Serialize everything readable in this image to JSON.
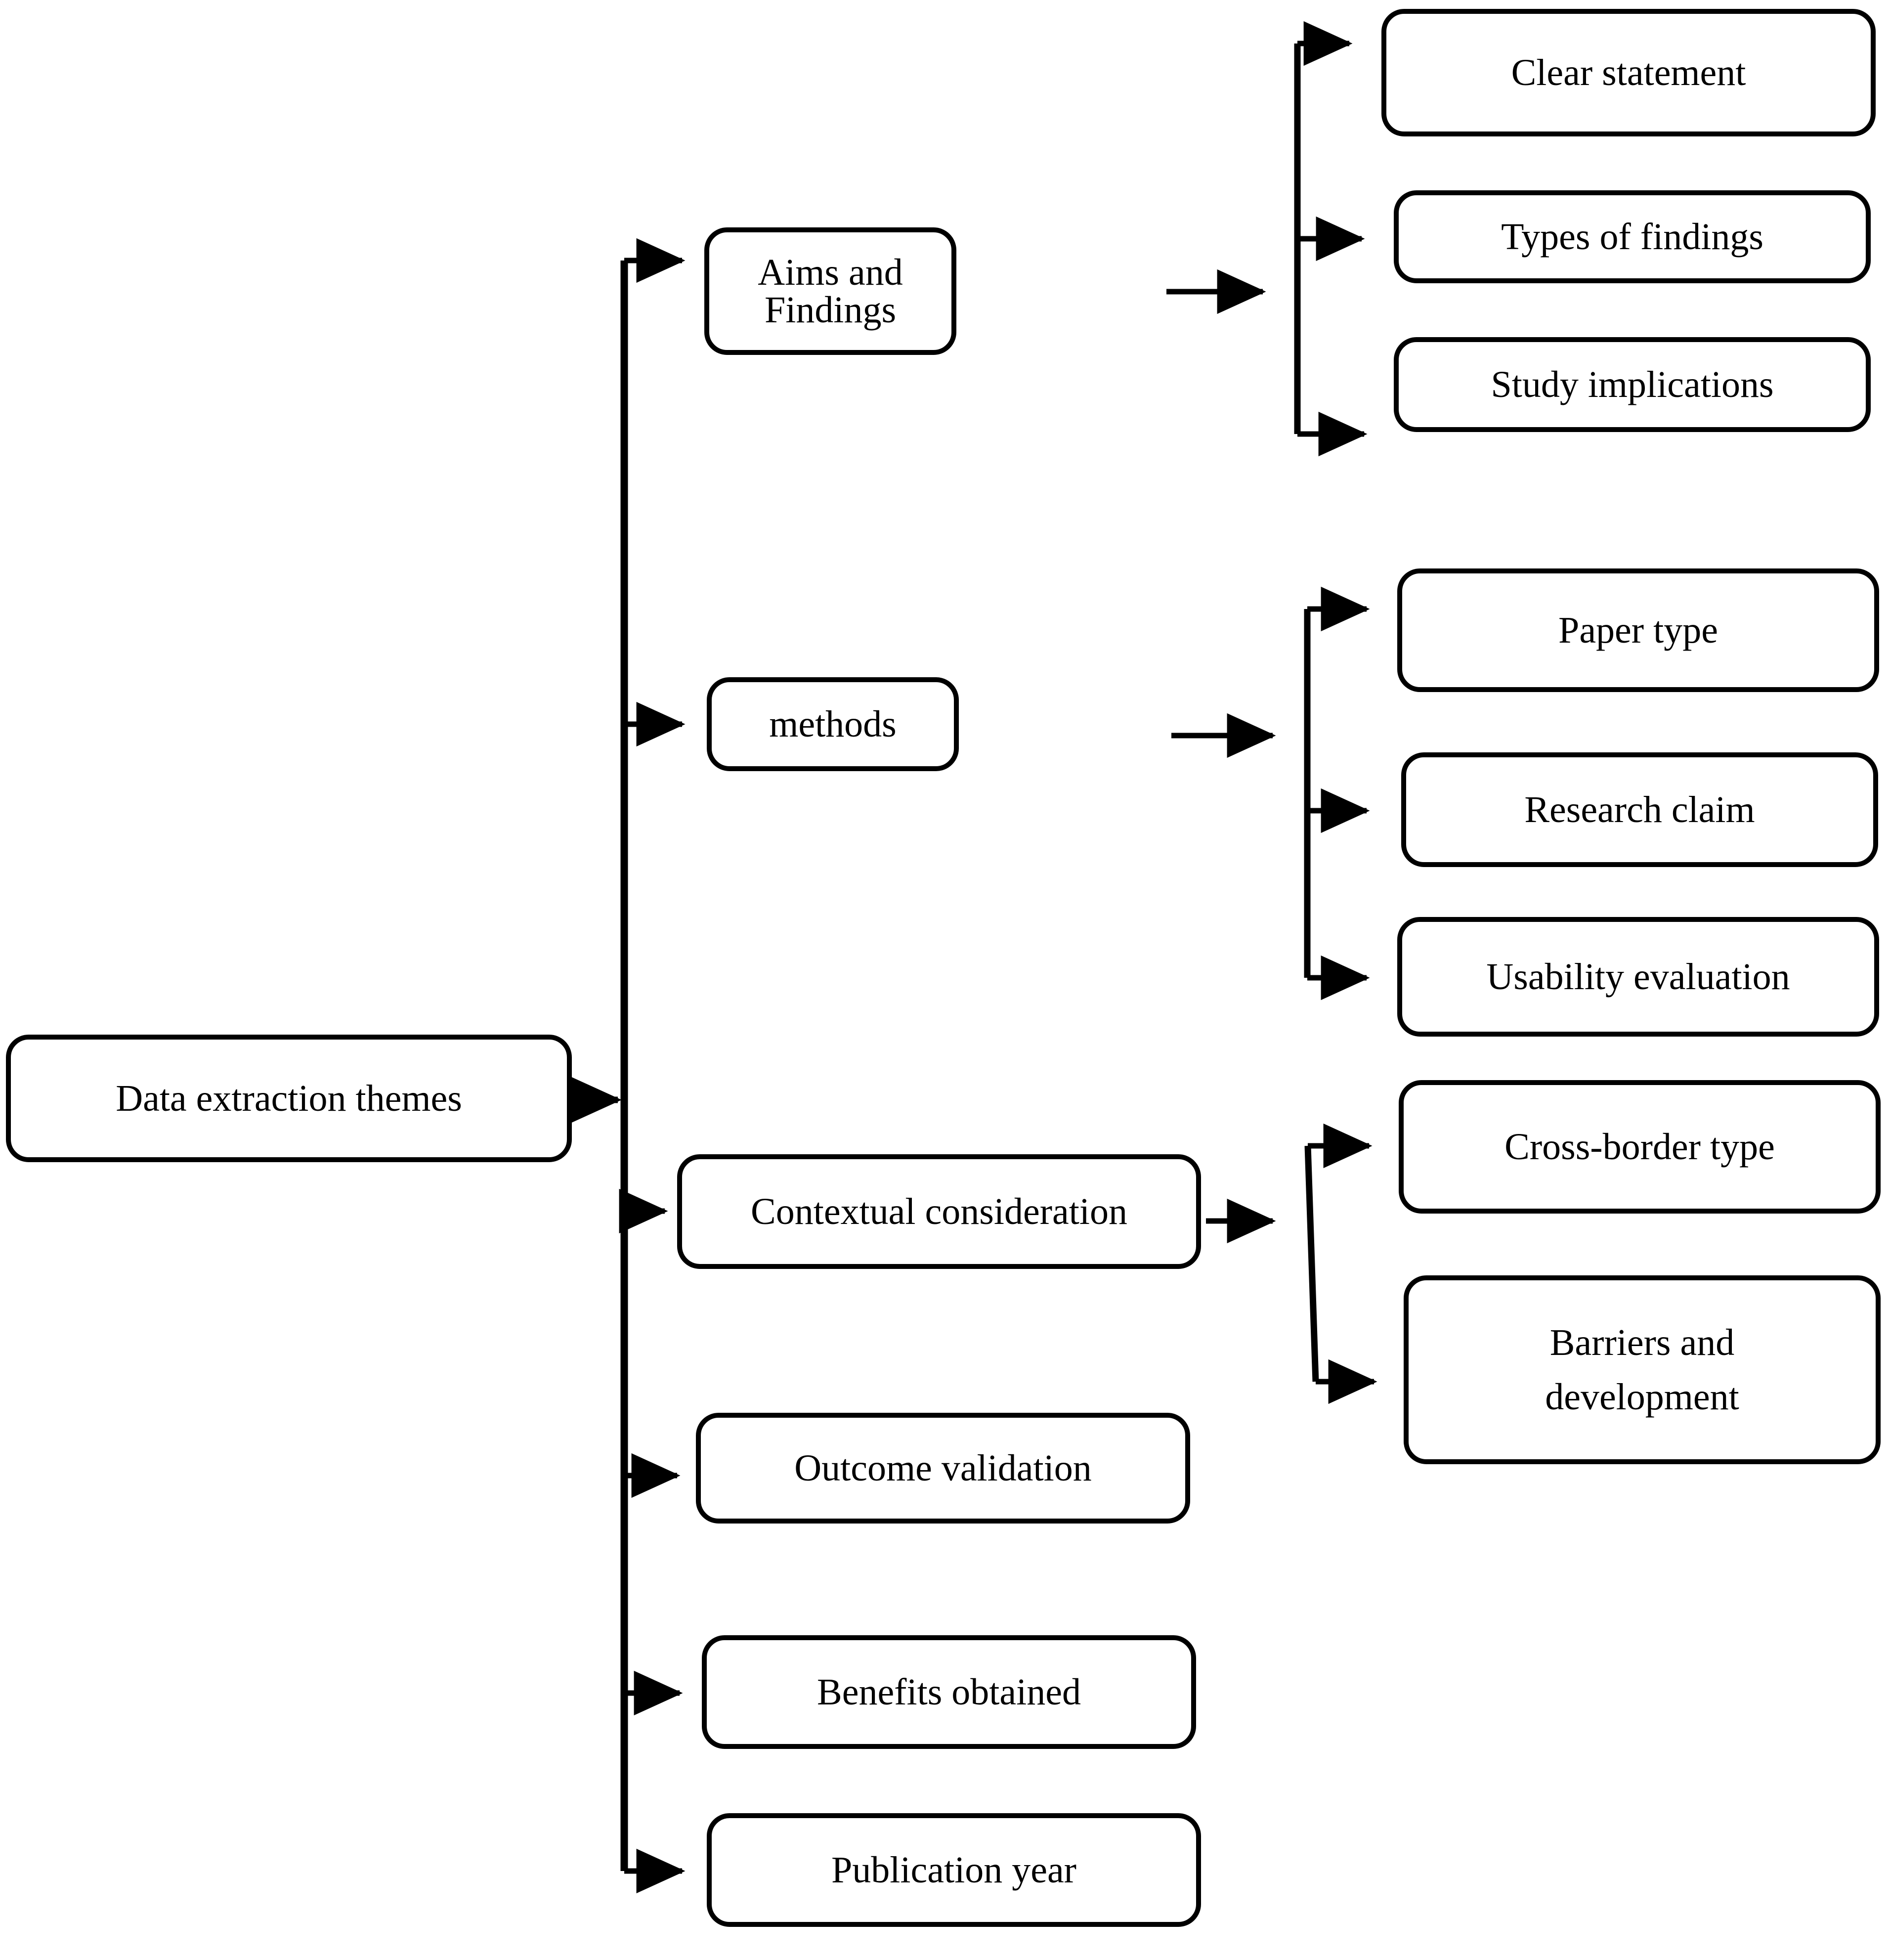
{
  "diagram": {
    "type": "tree-flowchart",
    "orientation": "left-to-right",
    "background_color": "#ffffff",
    "line_color": "#000000",
    "box_fill": "#ffffff",
    "box_border_color": "#000000",
    "root": {
      "id": "root",
      "label": "Data extraction themes"
    },
    "level2": [
      {
        "id": "aims",
        "label": "Aims and Findings"
      },
      {
        "id": "methods",
        "label": "methods"
      },
      {
        "id": "contextual",
        "label": "Contextual consideration"
      },
      {
        "id": "outcome",
        "label": "Outcome validation"
      },
      {
        "id": "benefits",
        "label": "Benefits obtained"
      },
      {
        "id": "publication",
        "label": "Publication year"
      }
    ],
    "level3": {
      "aims": [
        {
          "id": "clear-statement",
          "label": "Clear statement"
        },
        {
          "id": "types-of-findings",
          "label": "Types of findings"
        },
        {
          "id": "study-implications",
          "label": "Study implications"
        }
      ],
      "methods": [
        {
          "id": "paper-type",
          "label": "Paper type"
        },
        {
          "id": "research-claim",
          "label": "Research claim"
        },
        {
          "id": "usability-evaluation",
          "label": "Usability evaluation"
        }
      ],
      "contextual": [
        {
          "id": "cross-border-type",
          "label": "Cross-border type"
        },
        {
          "id": "barriers-and-development",
          "label": "Barriers and\ndevelopment"
        }
      ]
    }
  }
}
